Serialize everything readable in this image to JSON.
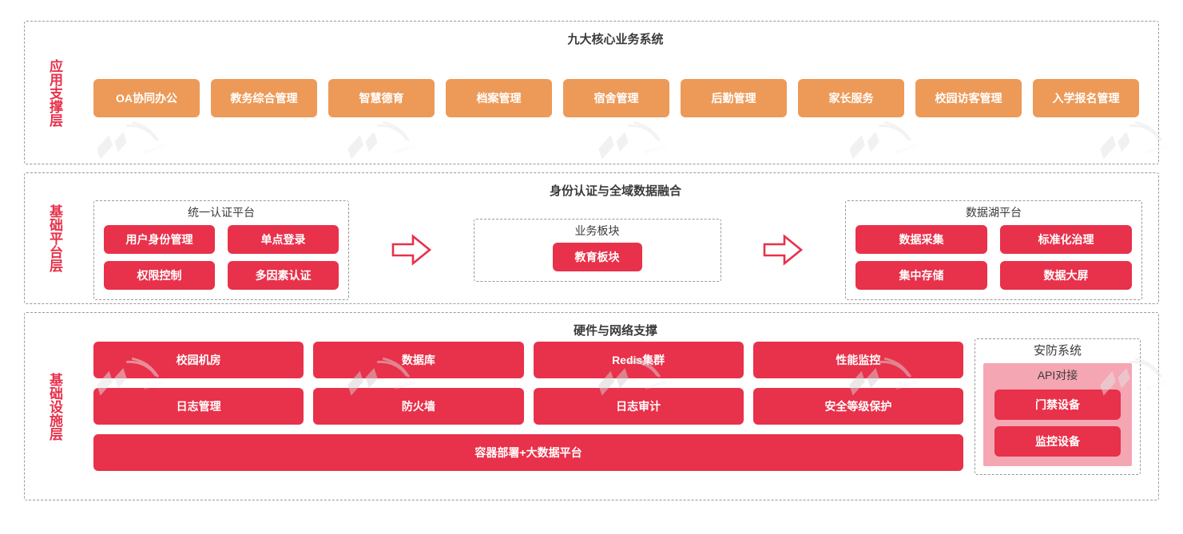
{
  "colors": {
    "orange": "#ED9A58",
    "red": "#E8314A",
    "pink": "#F5A6B3",
    "dashed_border": "#9a9a9a",
    "heading_text": "#3b3b3b"
  },
  "layers": [
    {
      "label": "应用支撑层",
      "heading": "九大核心业务系统",
      "boxes": [
        "OA协同办公",
        "教务综合管理",
        "智慧德育",
        "档案管理",
        "宿舍管理",
        "后勤管理",
        "家长服务",
        "校园访客管理",
        "入学报名管理"
      ]
    },
    {
      "label": "基础平台层",
      "heading": "身份认证与全域数据融合",
      "panels": {
        "auth": {
          "title": "统一认证平台",
          "boxes": [
            "用户身份管理",
            "单点登录",
            "权限控制",
            "多因素认证"
          ]
        },
        "business": {
          "title": "业务板块",
          "boxes": [
            "教育板块"
          ]
        },
        "lake": {
          "title": "数据湖平台",
          "boxes": [
            "数据采集",
            "标准化治理",
            "集中存储",
            "数据大屏"
          ]
        }
      },
      "arrows": [
        "arrow-right-icon",
        "arrow-right-icon"
      ]
    },
    {
      "label": "基础设施层",
      "heading": "硬件与网络支撑",
      "grid_boxes": [
        "校园机房",
        "数据库",
        "Redis集群",
        "性能监控",
        "日志管理",
        "防火墙",
        "日志审计",
        "安全等级保护"
      ],
      "wide_box": "容器部署+大数据平台",
      "security": {
        "title": "安防系统",
        "api_title": "API对接",
        "boxes": [
          "门禁设备",
          "监控设备"
        ]
      }
    }
  ]
}
